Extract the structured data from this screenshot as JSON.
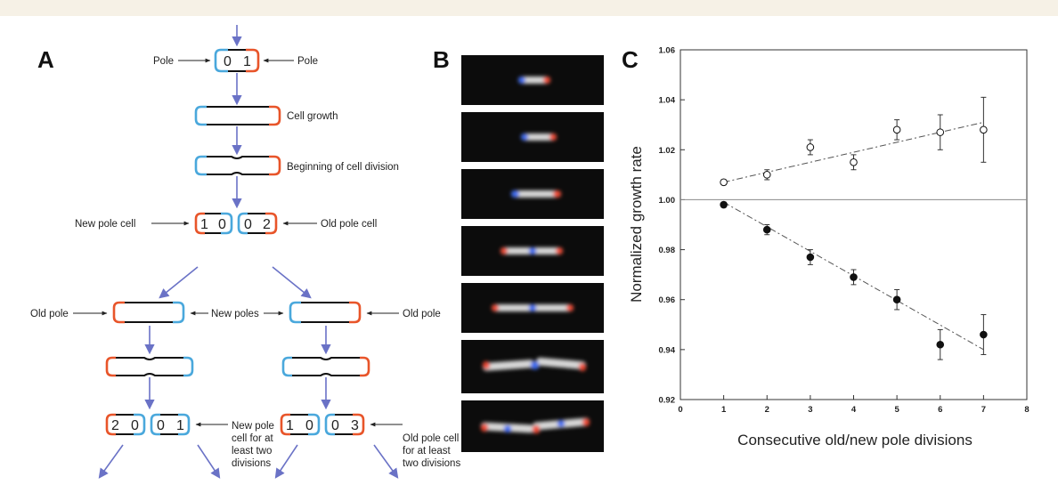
{
  "panel_labels": {
    "a": "A",
    "b": "B",
    "c": "C"
  },
  "diagram": {
    "pole_left": "Pole",
    "pole_right": "Pole",
    "cell_growth": "Cell growth",
    "beginning_division": "Beginning of cell division",
    "new_pole_cell": "New pole cell",
    "old_pole_cell": "Old pole cell",
    "old_pole_left": "Old pole",
    "new_poles": "New poles",
    "old_pole_right": "Old pole",
    "new_pole_two": [
      "New pole",
      "cell for at",
      "least two",
      "divisions"
    ],
    "old_pole_two": [
      "Old pole cell",
      "for at least",
      "two divisions"
    ],
    "ages": {
      "top": [
        "0",
        "1"
      ],
      "gen1_left": [
        "1",
        "0"
      ],
      "gen1_right": [
        "0",
        "2"
      ],
      "gen2_a": [
        "2",
        "0"
      ],
      "gen2_b": [
        "0",
        "1"
      ],
      "gen2_c": [
        "1",
        "0"
      ],
      "gen2_d": [
        "0",
        "3"
      ]
    },
    "colors": {
      "old_pole": "#e8552a",
      "new_pole": "#4aa8dc",
      "arrow": "#6a72c6"
    }
  },
  "micrographs": {
    "frames": 7,
    "colors": {
      "blue": "#3d6cf0",
      "red": "#f04a32",
      "cell": "#d8d8d8",
      "background": "#0c0c0c"
    }
  },
  "chart_data": {
    "type": "scatter",
    "title": "",
    "xlabel": "Consecutive old/new pole divisions",
    "ylabel": "Normalized growth rate",
    "xlim": [
      0,
      8
    ],
    "ylim": [
      0.92,
      1.06
    ],
    "xticks": [
      "0",
      "1",
      "2",
      "3",
      "4",
      "5",
      "6",
      "7",
      "8"
    ],
    "yticks": [
      "0.92",
      "0.94",
      "0.96",
      "0.98",
      "1.00",
      "1.02",
      "1.04",
      "1.06"
    ],
    "reference_line": 1.0,
    "grid": false,
    "series": [
      {
        "marker": "open-circle",
        "x": [
          1,
          2,
          3,
          4,
          5,
          6,
          7
        ],
        "y": [
          1.007,
          1.01,
          1.021,
          1.015,
          1.028,
          1.027,
          1.028
        ],
        "err": [
          0.001,
          0.002,
          0.003,
          0.003,
          0.004,
          0.007,
          0.013
        ],
        "trend": [
          1.007,
          1.031
        ]
      },
      {
        "marker": "filled-circle",
        "x": [
          1,
          2,
          3,
          4,
          5,
          6,
          7
        ],
        "y": [
          0.998,
          0.988,
          0.977,
          0.969,
          0.96,
          0.942,
          0.946
        ],
        "err": [
          0.001,
          0.002,
          0.003,
          0.003,
          0.004,
          0.006,
          0.008
        ],
        "trend": [
          0.999,
          0.94
        ]
      }
    ]
  }
}
